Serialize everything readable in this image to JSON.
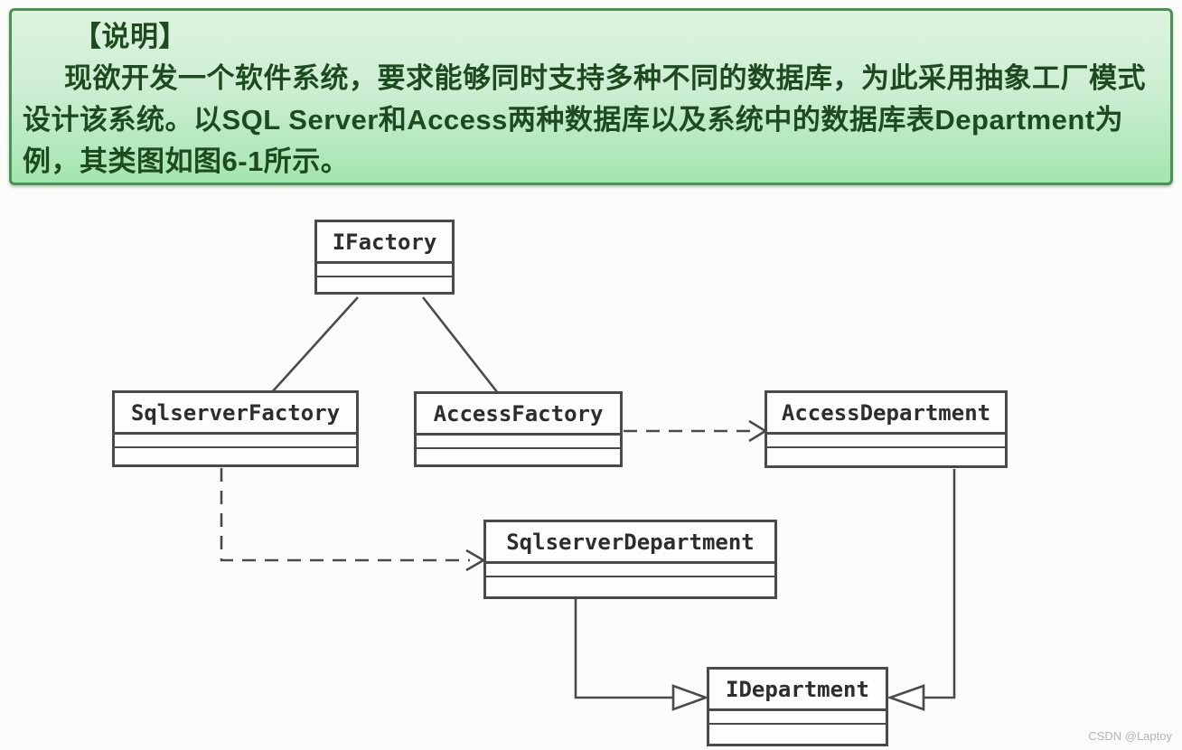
{
  "note_panel": {
    "title_line": "【说明】",
    "body_lines": [
      "现欲开发一个软件系统，要求能够同时支持多种不同的数据库，为此采用抽象工厂模式",
      "设计该系统。以SQL Server和Access两种数据库以及系统中的数据库表Department为",
      "例，其类图如图6-1所示。"
    ],
    "colors": {
      "bg_top": "#ddf3df",
      "bg_bottom": "#a4e5b1",
      "border": "#4a9152",
      "text": "#1d4a1f"
    }
  },
  "diagram": {
    "type": "uml-class-diagram",
    "figure_reference": "图6-1",
    "pattern": "抽象工厂模式",
    "line_color": "#4a4a4a",
    "classes": [
      {
        "name": "IFactory"
      },
      {
        "name": "SqlserverFactory"
      },
      {
        "name": "AccessFactory"
      },
      {
        "name": "AccessDepartment"
      },
      {
        "name": "SqlserverDepartment"
      },
      {
        "name": "IDepartment"
      }
    ],
    "relations": [
      {
        "from": "SqlserverFactory",
        "to": "IFactory",
        "type": "generalization",
        "style": "solid-line"
      },
      {
        "from": "AccessFactory",
        "to": "IFactory",
        "type": "generalization",
        "style": "solid-line"
      },
      {
        "from": "AccessFactory",
        "to": "AccessDepartment",
        "type": "dependency",
        "style": "dashed-open-arrow"
      },
      {
        "from": "SqlserverFactory",
        "to": "SqlserverDepartment",
        "type": "dependency",
        "style": "dashed-open-arrow"
      },
      {
        "from": "SqlserverDepartment",
        "to": "IDepartment",
        "type": "realization",
        "style": "solid-hollow-triangle"
      },
      {
        "from": "AccessDepartment",
        "to": "IDepartment",
        "type": "realization",
        "style": "solid-hollow-triangle"
      }
    ]
  },
  "watermark": {
    "text": "CSDN @Laptoy",
    "color": "#b3b3b3"
  }
}
